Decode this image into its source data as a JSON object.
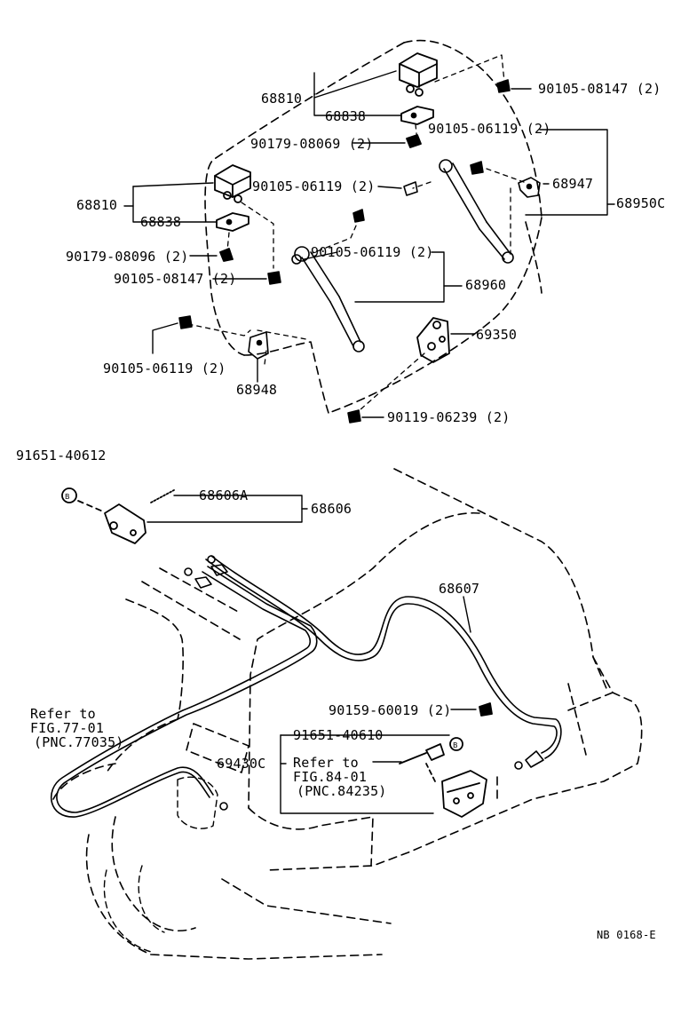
{
  "parts": {
    "p68810_top": "68810",
    "p68838_top": "68838",
    "p90105_08147_top": "90105-08147 (2)",
    "p90105_06119_right": "90105-06119 (2)",
    "p90179_08069": "90179-08069 (2)",
    "p68947": "68947",
    "p68950C": "68950C",
    "p68810_left": "68810",
    "p90105_06119_mid": "90105-06119 (2)",
    "p68838_left": "68838",
    "p90179_08096": "90179-08096 (2)",
    "p90105_06119_strut": "90105-06119 (2)",
    "p90105_08147_left": "90105-08147 (2)",
    "p68960": "68960",
    "p69350": "69350",
    "p90105_06119_left": "90105-06119 (2)",
    "p68948": "68948",
    "p90119_06239": "90119-06239 (2)",
    "p91651_40612": "91651-40612",
    "p68606A": "68606A",
    "p68606": "68606",
    "p68607": "68607",
    "p90159_60019": "90159-60019 (2)",
    "p91651_40610": "91651-40610",
    "p69430C": "69430C"
  },
  "refs": {
    "ref1_line1": "Refer to",
    "ref1_line2": "FIG.77-01",
    "ref1_line3": "(PNC.77035)",
    "ref2_line1": "Refer to",
    "ref2_line2": "FIG.84-01",
    "ref2_line3": "(PNC.84235)"
  },
  "drawing_code": "NB 0168-E"
}
